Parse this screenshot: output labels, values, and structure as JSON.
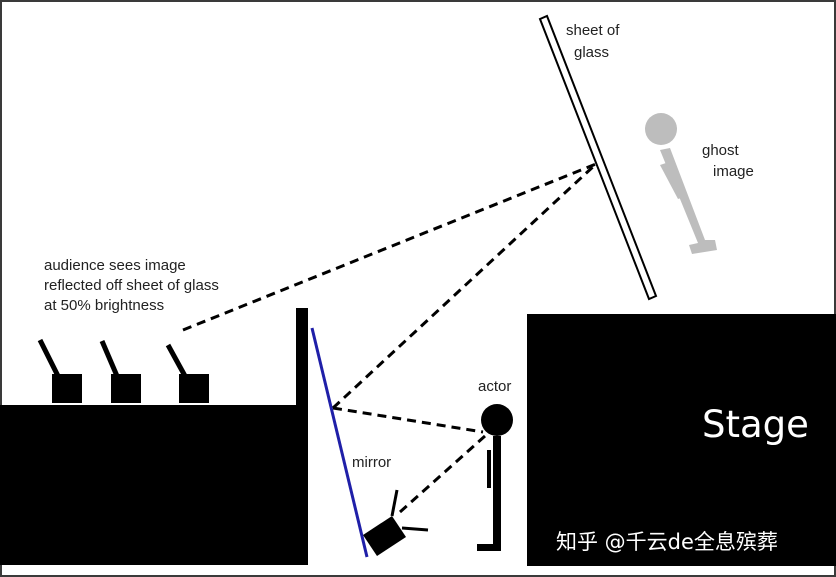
{
  "labels": {
    "audience_line1": "audience sees image",
    "audience_line2": "reflected off sheet of glass",
    "audience_line3": "at 50% brightness",
    "glass_line1": "sheet of",
    "glass_line2": "glass",
    "ghost_line1": "ghost",
    "ghost_line2": "image",
    "mirror": "mirror",
    "actor": "actor",
    "stage": "Stage"
  },
  "watermark": "知乎 @千云de全息殡葬",
  "colors": {
    "background": "#ffffff",
    "solid": "#000000",
    "mirror": "#1f1fa8",
    "ghost": "#bdbdbd",
    "frame": "#3a3a3a"
  }
}
